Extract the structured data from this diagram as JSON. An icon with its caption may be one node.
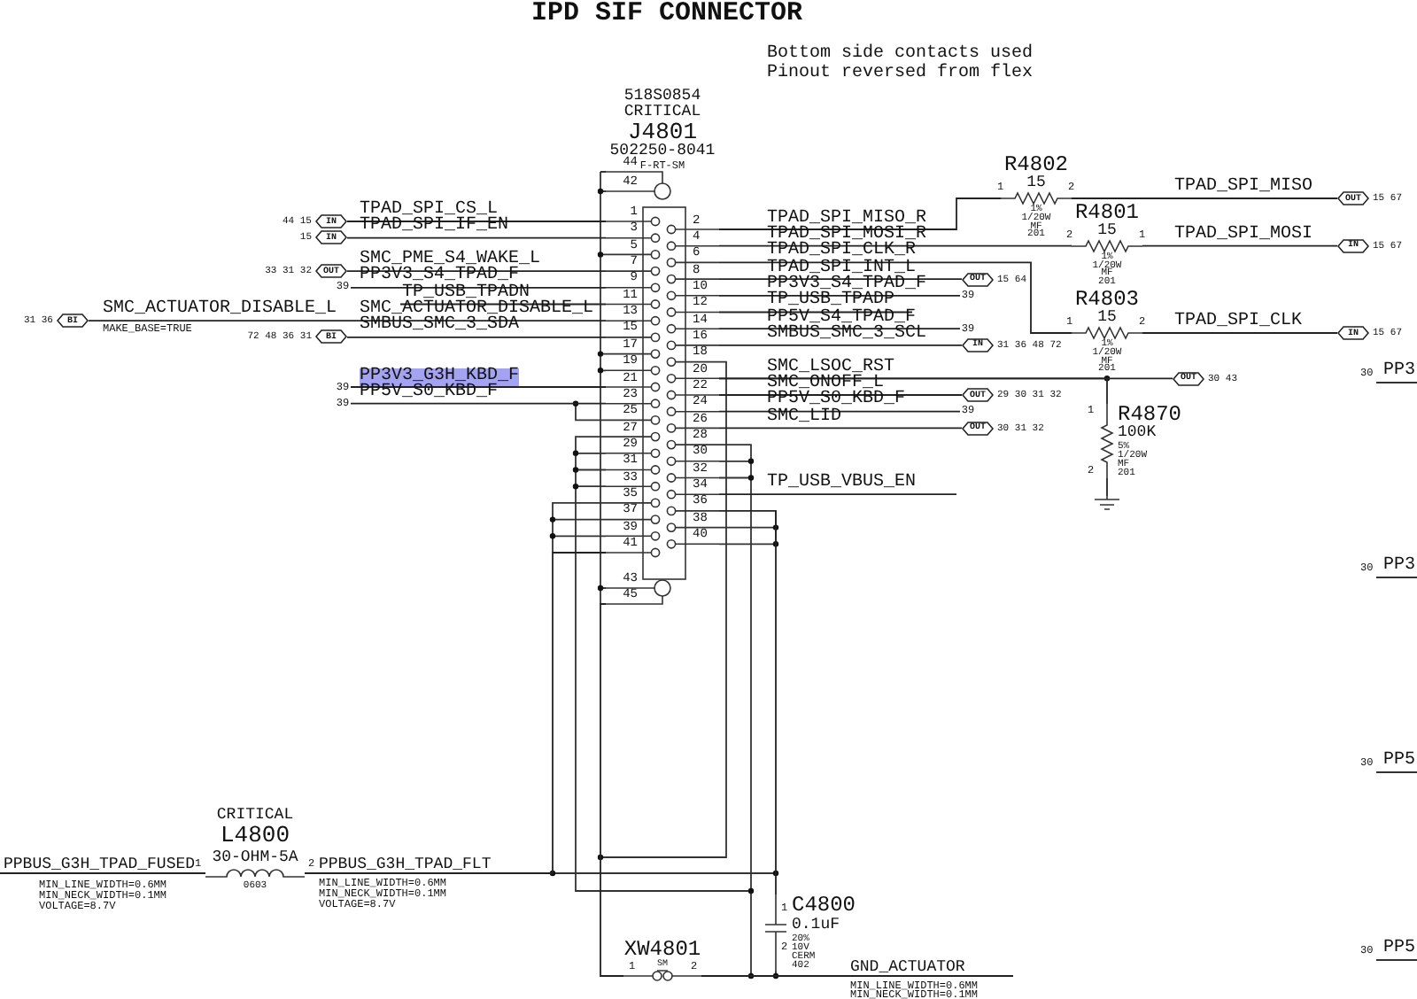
{
  "diagram": {
    "title": "IPD SIF CONNECTOR",
    "nodes": [
      {
        "text": [
          "518S0854",
          "CRITICAL",
          "J4801",
          "502250-8041",
          "F-RT-SM"
        ]
      },
      {
        "text": [
          "IN"
        ],
        "beside": [
          "44 15"
        ]
      },
      {
        "text": [
          "IN"
        ],
        "beside": [
          "15"
        ]
      },
      {
        "text": [
          "OUT"
        ],
        "beside": [
          "33 31 32"
        ]
      },
      {
        "text": [
          "BI"
        ],
        "beside": [
          "31 36"
        ]
      },
      {
        "text": [
          "BI"
        ],
        "beside": [
          "72 48 36 31"
        ]
      },
      {
        "text": [
          "R4802",
          "15",
          "1%",
          "1/20W",
          "MF",
          "201"
        ]
      },
      {
        "text": [
          "OUT"
        ],
        "beside": [
          "15 67"
        ]
      },
      {
        "text": [
          "R4801",
          "15",
          "1%",
          "1/20W",
          "MF",
          "201"
        ]
      },
      {
        "text": [
          "IN"
        ],
        "beside": [
          "15 67"
        ]
      },
      {
        "text": [
          "R4803",
          "15",
          "1%",
          "1/20W",
          "MF",
          "201"
        ]
      },
      {
        "text": [
          "IN"
        ],
        "beside": [
          "15 67"
        ]
      },
      {
        "text": [
          "OUT"
        ],
        "beside": [
          "15 64"
        ]
      },
      {
        "text": [
          "IN"
        ],
        "beside": [
          "31 36 48 72"
        ]
      },
      {
        "text": [
          "OUT"
        ],
        "beside": [
          "30 43"
        ]
      },
      {
        "text": [
          "R4870",
          "100K",
          "5%",
          "1/20W",
          "MF",
          "201"
        ]
      },
      {
        "text": [],
        "shape": "ground"
      },
      {
        "text": [
          "OUT"
        ],
        "beside": [
          "29 30 31 32"
        ]
      },
      {
        "text": [
          "OUT"
        ],
        "beside": [
          "30 31 32"
        ]
      },
      {
        "text": [
          "CRITICAL",
          "L4800",
          "30-OHM-5A",
          "0603"
        ]
      },
      {
        "text": [
          "C4800",
          "0.1uF",
          "20%",
          "10V",
          "CERM",
          "402"
        ]
      },
      {
        "text": [
          "XW4801",
          "SM"
        ]
      },
      {
        "text": [
          "39"
        ]
      },
      {
        "text": [
          "39"
        ]
      },
      {
        "text": [
          "39"
        ]
      },
      {
        "text": [
          "39"
        ]
      },
      {
        "text": [
          "39"
        ]
      },
      {
        "text": [
          "39"
        ]
      }
    ],
    "edges": [
      {
        "from": 1,
        "to": 0,
        "arrow": "none",
        "label": "TPAD_SPI_CS_L"
      },
      {
        "from": 2,
        "to": 0,
        "arrow": "none",
        "label": "TPAD_SPI_IF_EN"
      },
      {
        "from": 3,
        "to": 0,
        "arrow": "none",
        "label": "SMC_PME_S4_WAKE_L"
      },
      {
        "from": 22,
        "to": 0,
        "arrow": "none",
        "label": "PP3V3_S4_TPAD_F"
      },
      {
        "from": null,
        "to": 0,
        "arrow": "none",
        "label": "TP_USB_TPADN"
      },
      {
        "from": 4,
        "to": 0,
        "arrow": "none",
        "label": "SMC_ACTUATOR_DISABLE_L"
      },
      {
        "from": 5,
        "to": 0,
        "arrow": "none",
        "label": "SMBUS_SMC_3_SDA"
      },
      {
        "from": 23,
        "to": 0,
        "arrow": "none",
        "label": "PP3V3_G3H_KBD_F"
      },
      {
        "from": 24,
        "to": 0,
        "arrow": "none",
        "label": "PP5V_S0_KBD_F"
      },
      {
        "from": 0,
        "to": 6,
        "arrow": "none",
        "label": "TPAD_SPI_MISO_R"
      },
      {
        "from": 6,
        "to": 7,
        "arrow": "none",
        "label": "TPAD_SPI_MISO"
      },
      {
        "from": 0,
        "to": 8,
        "arrow": "none",
        "label": "TPAD_SPI_MOSI_R"
      },
      {
        "from": 8,
        "to": 9,
        "arrow": "none",
        "label": "TPAD_SPI_MOSI"
      },
      {
        "from": 0,
        "to": 10,
        "arrow": "none",
        "label": "TPAD_SPI_CLK_R"
      },
      {
        "from": 10,
        "to": 11,
        "arrow": "none",
        "label": "TPAD_SPI_CLK"
      },
      {
        "from": 0,
        "to": 12,
        "arrow": "none",
        "label": "TPAD_SPI_INT_L"
      },
      {
        "from": 0,
        "to": 25,
        "arrow": "none",
        "label": "PP3V3_S4_TPAD_F"
      },
      {
        "from": 0,
        "to": null,
        "arrow": "none",
        "label": "TP_USB_TPADP"
      },
      {
        "from": 0,
        "to": 26,
        "arrow": "none",
        "label": "PP5V_S4_TPAD_F"
      },
      {
        "from": 0,
        "to": 13,
        "arrow": "none",
        "label": "SMBUS_SMC_3_SCL"
      },
      {
        "from": 0,
        "to": 14,
        "arrow": "none",
        "label": "SMC_LSOC_RST"
      },
      {
        "from": 0,
        "to": 15,
        "arrow": "none"
      },
      {
        "from": 15,
        "to": 16,
        "arrow": "none"
      },
      {
        "from": 0,
        "to": 17,
        "arrow": "none",
        "label": "SMC_ONOFF_L"
      },
      {
        "from": 0,
        "to": 27,
        "arrow": "none",
        "label": "PP5V_S0_KBD_F"
      },
      {
        "from": 0,
        "to": 18,
        "arrow": "none",
        "label": "SMC_LID"
      },
      {
        "from": 0,
        "to": null,
        "arrow": "none",
        "label": "TP_USB_VBUS_EN"
      },
      {
        "from": null,
        "to": 19,
        "arrow": "none",
        "label": "PPBUS_G3H_TPAD_FUSED"
      },
      {
        "from": 19,
        "to": 0,
        "arrow": "none",
        "label": "PPBUS_G3H_TPAD_FLT"
      },
      {
        "from": 0,
        "to": 20,
        "arrow": "none"
      },
      {
        "from": 0,
        "to": 21,
        "arrow": "none"
      },
      {
        "from": 21,
        "to": null,
        "arrow": "none",
        "label": "GND_ACTUATOR"
      }
    ],
    "labels": [
      "Bottom side contacts used",
      "Pinout reversed from flex",
      "44",
      "42",
      "1",
      "2",
      "3",
      "4",
      "5",
      "6",
      "7",
      "8",
      "9",
      "10",
      "11",
      "12",
      "13",
      "14",
      "15",
      "16",
      "17",
      "18",
      "19",
      "20",
      "21",
      "22",
      "23",
      "24",
      "25",
      "26",
      "27",
      "28",
      "29",
      "30",
      "31",
      "32",
      "33",
      "34",
      "35",
      "36",
      "37",
      "38",
      "39",
      "40",
      "41",
      "43",
      "45",
      "SMC_ACTUATOR_DISABLE_L",
      "MAKE_BASE=TRUE",
      "1",
      "2",
      "2",
      "1",
      "1",
      "2",
      "1",
      "2",
      "1",
      "2",
      "1",
      "2",
      "1",
      "2",
      "MIN_LINE_WIDTH=0.6MM",
      "MIN_NECK_WIDTH=0.1MM",
      "VOLTAGE=8.7V",
      "MIN_LINE_WIDTH=0.6MM",
      "MIN_NECK_WIDTH=0.1MM",
      "VOLTAGE=8.7V",
      "MIN_LINE_WIDTH=0.6MM",
      "MIN_NECK_WIDTH=0.1MM",
      "30",
      "PP3",
      "30",
      "PP3",
      "30",
      "PP5",
      "30",
      "PP5"
    ]
  }
}
